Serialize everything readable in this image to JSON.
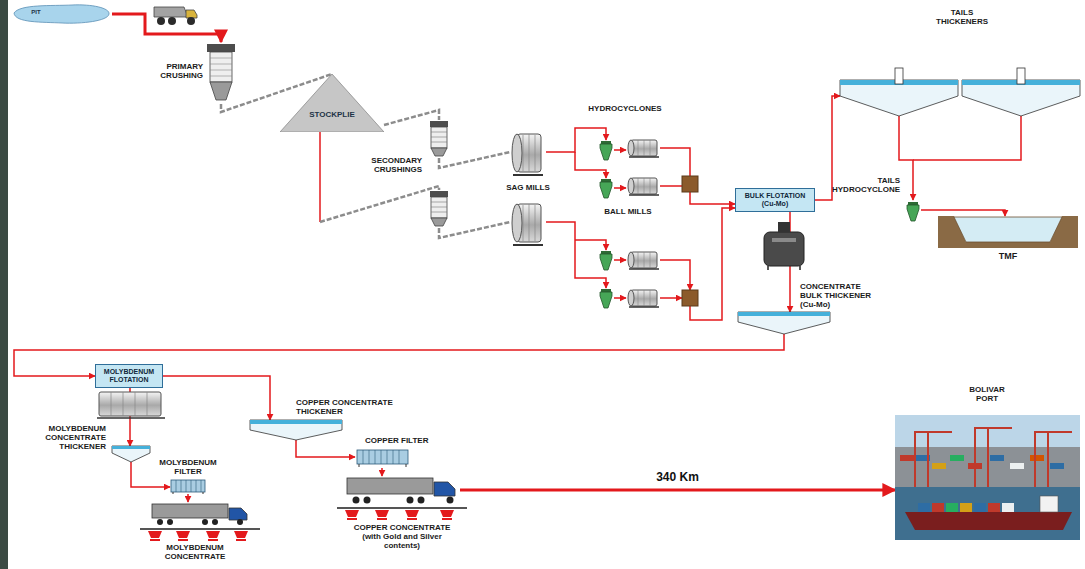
{
  "diagram": {
    "nodes": [
      {
        "text": [
          "PIT"
        ]
      },
      {
        "text": [
          "PRIMARY CRUSHING"
        ]
      },
      {
        "text": [
          "STOCKPLIE"
        ]
      },
      {
        "text": [
          "SECONDARY CRUSHINGS"
        ]
      },
      {
        "text": [
          "SAG MILLS"
        ]
      },
      {
        "text": [
          "HYDROCYCLONES"
        ]
      },
      {
        "text": [
          "BALL MILLS"
        ]
      },
      {
        "text": [
          "BULK FLOTATION (Cu-Mo)"
        ]
      },
      {
        "text": [
          "TAILS THICKENERS"
        ]
      },
      {
        "text": [
          "TAILS HYDROCYCLONE"
        ]
      },
      {
        "text": [
          "TMF"
        ]
      },
      {
        "text": [
          "CONCENTRATE BULK THICKENER (Cu-Mo)"
        ]
      },
      {
        "text": [
          "MOLYBDENUM FLOTATION"
        ]
      },
      {
        "text": [
          "MOLYBDENUM CONCENTRATE THICKENER"
        ]
      },
      {
        "text": [
          "MOLYBDENUM FILTER"
        ]
      },
      {
        "text": [
          "MOLYBDENUM CONCENTRATE"
        ]
      },
      {
        "text": [
          "COPPER CONCENTRATE THICKENER"
        ]
      },
      {
        "text": [
          "COPPER FILTER"
        ]
      },
      {
        "text": [
          "COPPER CONCENTRATE (with Gold and Silver contents)"
        ]
      },
      {
        "text": [
          "BOLIVAR PORT"
        ]
      }
    ],
    "edges": [
      {
        "from": 0,
        "to": 1,
        "arrow": "to"
      },
      {
        "from": 1,
        "to": 2,
        "arrow": "none"
      },
      {
        "from": 2,
        "to": 3,
        "arrow": "none"
      },
      {
        "from": 3,
        "to": 4,
        "arrow": "none"
      },
      {
        "from": 4,
        "to": 5,
        "arrow": "to"
      },
      {
        "from": 5,
        "to": 6,
        "arrow": "to"
      },
      {
        "from": 6,
        "to": 7,
        "arrow": "to"
      },
      {
        "from": 7,
        "to": 8,
        "arrow": "to"
      },
      {
        "from": 8,
        "to": 9,
        "arrow": "to"
      },
      {
        "from": 9,
        "to": 10,
        "arrow": "to"
      },
      {
        "from": 7,
        "to": 11,
        "arrow": "to"
      },
      {
        "from": 11,
        "to": 12,
        "arrow": "to"
      },
      {
        "from": 12,
        "to": 13,
        "arrow": "to"
      },
      {
        "from": 13,
        "to": 14,
        "arrow": "to"
      },
      {
        "from": 14,
        "to": 15,
        "arrow": "to"
      },
      {
        "from": 12,
        "to": 16,
        "arrow": "to"
      },
      {
        "from": 16,
        "to": 17,
        "arrow": "to"
      },
      {
        "from": 17,
        "to": 18,
        "arrow": "to"
      },
      {
        "from": 18,
        "to": 19,
        "label": "340 Km",
        "arrow": "to"
      }
    ]
  }
}
